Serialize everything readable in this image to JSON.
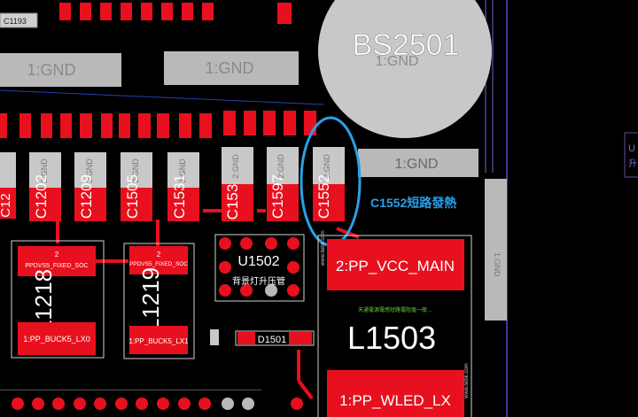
{
  "board": {
    "chip": "BS2501",
    "gnd": "1:GND",
    "annotation": "C1552短路發熱",
    "small_labels": {
      "c1193": "C1193",
      "vertical_1gnd": "1:GND"
    }
  },
  "capacitors": [
    {
      "id": "c1202",
      "label": "C1202"
    },
    {
      "id": "c1209",
      "label": "C1209"
    },
    {
      "id": "c1505",
      "label": "C1505"
    },
    {
      "id": "c1531",
      "label": "C1531"
    },
    {
      "id": "c1531b",
      "label": "C153"
    },
    {
      "id": "c1597",
      "label": "C1597"
    },
    {
      "id": "c1552",
      "label": "C1552"
    },
    {
      "id": "c12left",
      "label": "C12"
    }
  ],
  "cap_gnd_label": "2:GND",
  "inductors": {
    "l1218": {
      "label": "L1218",
      "top": "PPDVS5_FIXED_SOC",
      "bottom": "1:PP_BUCK5_LX0",
      "pin": "2"
    },
    "l1219": {
      "label": "L1219",
      "top": "PPDVS5_FIXED_SOC",
      "bottom": "1:PP_BUCK5_LX1",
      "pin": "2"
    },
    "l1503": {
      "label": "L1503",
      "top": "2:PP_VCC_MAIN",
      "bottom": "1:PP_WLED_LX",
      "side_text": "www.liebk.com",
      "note": "天通電源電感短路電阻值一般…"
    }
  },
  "ic": {
    "label": "U1502",
    "sub": "背景灯升压管"
  },
  "diode": {
    "label": "D1501"
  },
  "right_edge": {
    "u_text": "U",
    "sub": "升"
  },
  "colors": {
    "pad": "#e8101e",
    "gnd": "#b9b9b9",
    "chip": "#cfcfcf",
    "annotation": "#2aa0e6",
    "trace": "#e8101e"
  }
}
